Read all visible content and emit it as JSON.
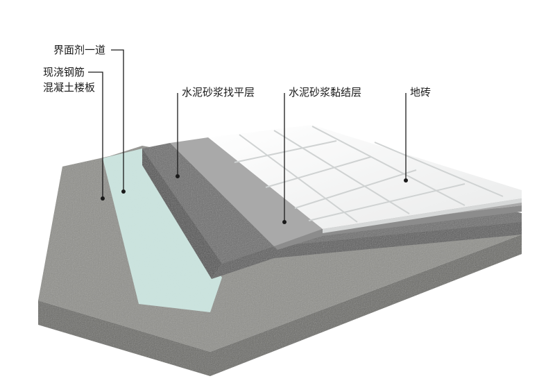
{
  "labels": {
    "interface_agent": "界面剂一道",
    "slab_line1": "现浇钢筋",
    "slab_line2": "混凝土楼板",
    "leveling": "水泥砂浆找平层",
    "bonding": "水泥砂浆黏结层",
    "tile": "地砖"
  },
  "colors": {
    "concrete_top": "#8f8f8a",
    "concrete_front": "#6a6a66",
    "interface_agent": "#cde7e2",
    "leveling_top": "#6c6c6c",
    "leveling_front": "#5a5a5a",
    "bonding_top": "#a9a9a9",
    "bonding_front": "#8c8c8c",
    "tile": "#f4f5f5",
    "leader_line": "#1a1a1a"
  },
  "icons": {
    "dot": "leader-dot"
  }
}
